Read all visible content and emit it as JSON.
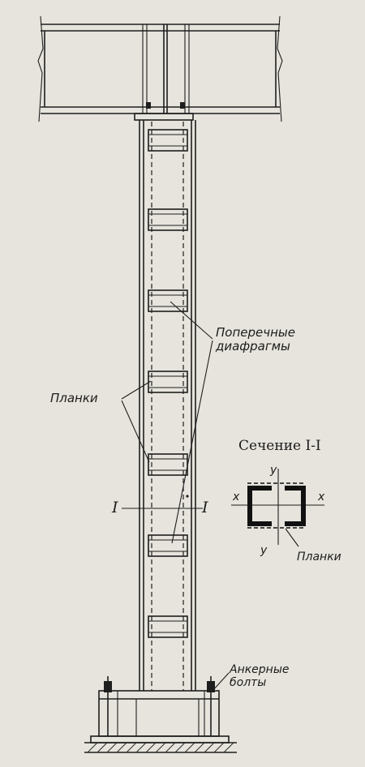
{
  "labels": {
    "diaphragms": "Поперечные\nдиафрагмы",
    "battens": "Планки",
    "section_title": "Сечение I-I",
    "section_mark": "I",
    "axis_x": "x",
    "axis_y": "y",
    "section_battens": "Планки",
    "anchor_bolts": "Анкерные\nболты"
  }
}
